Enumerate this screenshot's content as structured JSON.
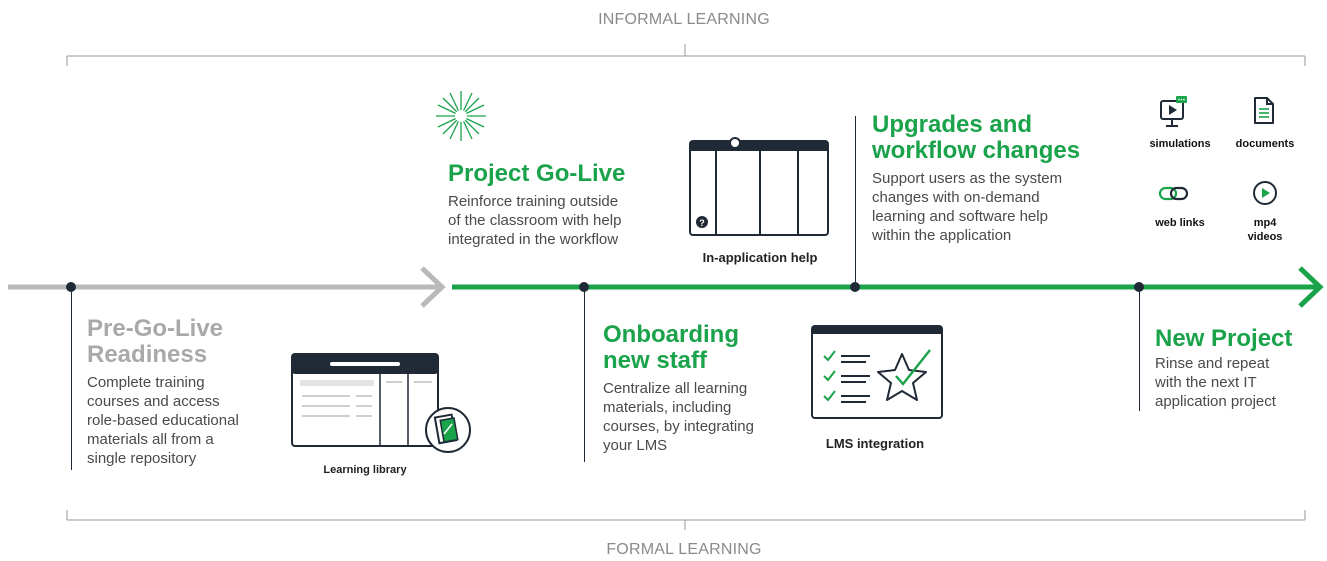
{
  "bands": {
    "informal": "INFORMAL LEARNING",
    "formal": "FORMAL LEARNING"
  },
  "stages": {
    "pre_go_live": {
      "title_line1": "Pre-Go-Live",
      "title_line2": "Readiness",
      "desc": [
        "Complete training",
        "courses and access",
        "role-based educational",
        "materials all from a",
        "single repository"
      ]
    },
    "go_live": {
      "title": "Project Go-Live",
      "desc": [
        "Reinforce training outside",
        "of the classroom with help",
        "integrated in the workflow"
      ]
    },
    "onboarding": {
      "title_line1": "Onboarding",
      "title_line2": "new staff",
      "desc": [
        "Centralize all learning",
        "materials, including",
        "courses, by integrating",
        "your LMS"
      ]
    },
    "upgrades": {
      "title_line1": "Upgrades and",
      "title_line2": "workflow changes",
      "desc": [
        "Support users as the system",
        "changes with on-demand",
        "learning and software help",
        "within the application"
      ]
    },
    "new_project": {
      "title": "New Project",
      "desc": [
        "Rinse and repeat",
        "with the next IT",
        "application project"
      ]
    }
  },
  "captions": {
    "learning_library": "Learning library",
    "in_app_help": "In-application help",
    "lms_integration": "LMS integration"
  },
  "resources": {
    "simulations": "simulations",
    "documents": "documents",
    "web_links": "web links",
    "mp4_line1": "mp4",
    "mp4_line2": "videos"
  },
  "colors": {
    "green": "#1aa34a",
    "gray_arrow": "#b9b9b9",
    "navy": "#1f2a36"
  }
}
